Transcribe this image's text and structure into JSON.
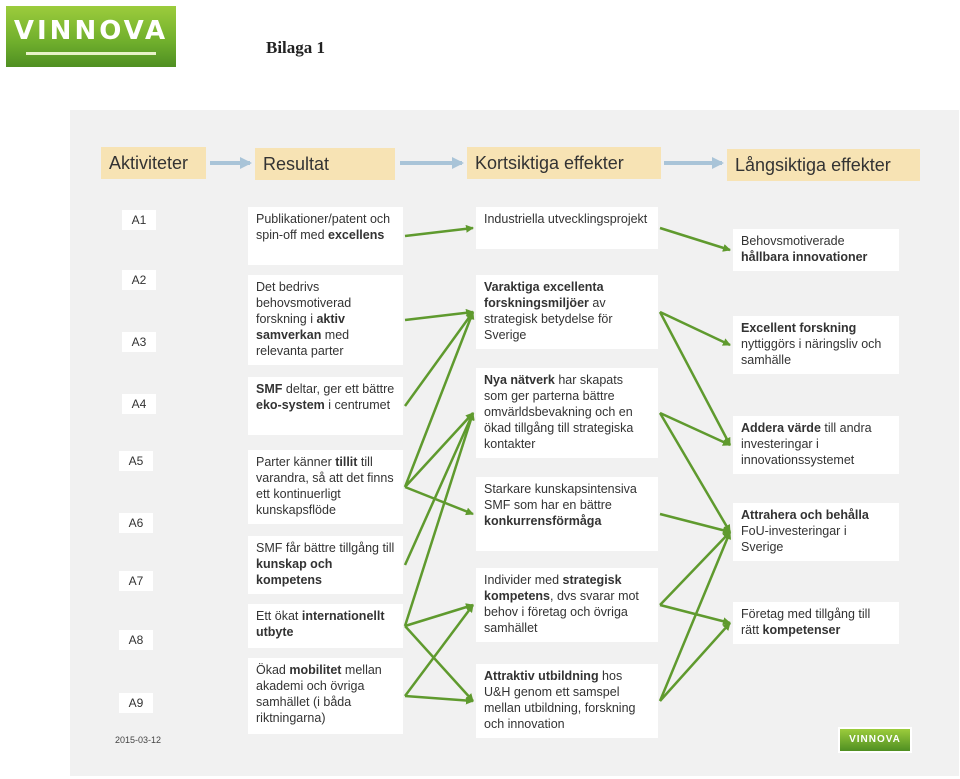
{
  "header": {
    "logo_text": "VINNOVA",
    "title": "Bilaga 1"
  },
  "stages": [
    "Aktiviteter",
    "Resultat",
    "Kortsiktiga effekter",
    "Långsiktiga effekter"
  ],
  "activities": [
    "A1",
    "A2",
    "A3",
    "A4",
    "A5",
    "A6",
    "A7",
    "A8",
    "A9"
  ],
  "results": [
    [
      [
        "Publikationer/patent och spin-off med ",
        false
      ],
      [
        "excellens",
        true
      ]
    ],
    [
      [
        "Det bedrivs behovsmotiverad forskning i ",
        false
      ],
      [
        "aktiv samverkan",
        true
      ],
      [
        " med relevanta parter",
        false
      ]
    ],
    [
      [
        "SMF",
        true
      ],
      [
        " deltar, ger ett bättre ",
        false
      ],
      [
        "eko-system",
        true
      ],
      [
        " i centrumet",
        false
      ]
    ],
    [
      [
        "Parter känner ",
        false
      ],
      [
        "tillit",
        true
      ],
      [
        " till varandra, så att det finns ett kontinuerligt kunskapsflöde",
        false
      ]
    ],
    [
      [
        "SMF får bättre tillgång till ",
        false
      ],
      [
        "kunskap och kompetens",
        true
      ]
    ],
    [
      [
        "Ett ökat ",
        false
      ],
      [
        "internationellt utbyte",
        true
      ]
    ],
    [
      [
        "Ökad ",
        false
      ],
      [
        "mobilitet",
        true
      ],
      [
        " mellan akademi och övriga samhället  (i båda riktningarna)",
        false
      ]
    ]
  ],
  "short_term": [
    [
      [
        "Industriella utvecklingsprojekt",
        false
      ]
    ],
    [
      [
        "Varaktiga excellenta forskningsmiljöer",
        true
      ],
      [
        " av strategisk betydelse för Sverige",
        false
      ]
    ],
    [
      [
        "Nya nätverk",
        true
      ],
      [
        " har skapats som ger parterna bättre omvärldsbevakning och en ökad tillgång till strategiska kontakter",
        false
      ]
    ],
    [
      [
        "Starkare kunskapsintensiva SMF som har en bättre ",
        false
      ],
      [
        "konkurrensförmåga",
        true
      ]
    ],
    [
      [
        "Individer med ",
        false
      ],
      [
        "strategisk kompetens",
        true
      ],
      [
        ", dvs svarar mot behov i företag och övriga samhället",
        false
      ]
    ],
    [
      [
        "Attraktiv utbildning",
        true
      ],
      [
        " hos U&H genom ett samspel mellan utbildning, forskning och innovation",
        false
      ]
    ]
  ],
  "long_term": [
    [
      [
        "Behovsmotiverade ",
        false
      ],
      [
        "hållbara innovationer",
        true
      ]
    ],
    [
      [
        "Excellent forskning",
        true
      ],
      [
        " nyttiggörs i näringsliv och samhälle",
        false
      ]
    ],
    [
      [
        "Addera värde",
        true
      ],
      [
        " till andra investeringar i innovationssystemet",
        false
      ]
    ],
    [
      [
        "Attrahera och behålla",
        true
      ],
      [
        " FoU-investeringar i Sverige",
        false
      ]
    ],
    [
      [
        "Företag med tillgång till rätt ",
        false
      ],
      [
        "kompetenser",
        true
      ]
    ]
  ],
  "links": [
    [
      "r0",
      "s0"
    ],
    [
      "r1",
      "s1"
    ],
    [
      "r2",
      "s1"
    ],
    [
      "r3",
      "s1"
    ],
    [
      "r3",
      "s2"
    ],
    [
      "r3",
      "s3"
    ],
    [
      "r4",
      "s2"
    ],
    [
      "r5",
      "s2"
    ],
    [
      "r5",
      "s4"
    ],
    [
      "r5",
      "s5"
    ],
    [
      "r6",
      "s4"
    ],
    [
      "r6",
      "s5"
    ],
    [
      "s0",
      "l0"
    ],
    [
      "s1",
      "l1"
    ],
    [
      "s1",
      "l2"
    ],
    [
      "s2",
      "l2"
    ],
    [
      "s2",
      "l3"
    ],
    [
      "s3",
      "l3"
    ],
    [
      "s4",
      "l3"
    ],
    [
      "s4",
      "l4"
    ],
    [
      "s5",
      "l3"
    ],
    [
      "s5",
      "l4"
    ]
  ],
  "footer": {
    "date": "2015-03-12",
    "logo_text": "VINNOVA"
  },
  "colors": {
    "arrow": "#5f9a2e",
    "header_bg": "#f7e3b4",
    "panel_bg": "#f1f1f1",
    "stage_arrow": "#a9c4d8"
  }
}
